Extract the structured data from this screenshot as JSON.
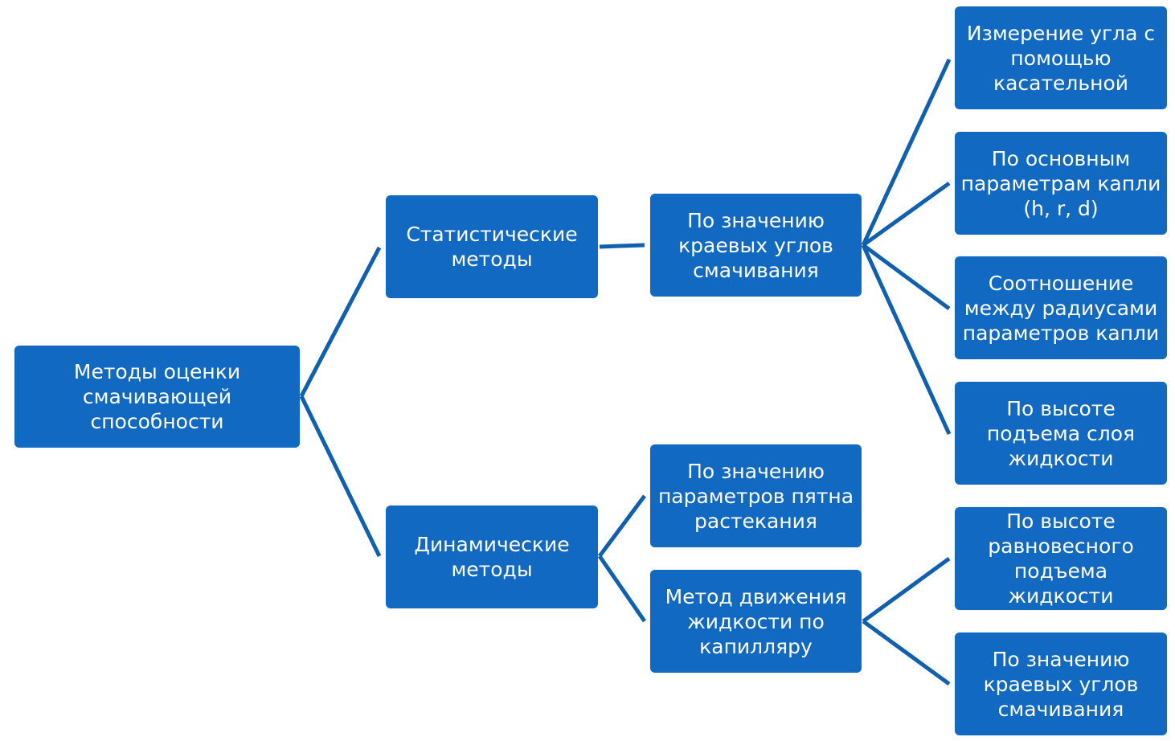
{
  "diagram": {
    "root": "Методы оценки\nсмачивающей\nспособности",
    "static_methods": "Статистические\nметоды",
    "dynamic_methods": "Динамические\nметоды",
    "contact_angle_value": "По значению\nкраевых углов\nсмачивания",
    "spreading_spot": "По значению\nпараметров пятна\nрастекания",
    "capillary_motion": "Метод движения\nжидкости по\nкапилляру",
    "tangent_angle": "Измерение угла с\nпомощью\nкасательной",
    "drop_params": "По основным\nпараметрам капли\n(h, r, d)",
    "radius_ratio": "Соотношение\nмежду радиусами\nпараметров капли",
    "layer_rise": "По высоте\nподъема слоя\nжидкости",
    "equilibrium_rise": "По высоте\nравновесного\nподъема жидкости",
    "capillary_contact_angle": "По значению\nкраевых углов\nсмачивания"
  },
  "colors": {
    "box_fill": "#1169c1",
    "connector": "#1060b0",
    "text": "#ffffff"
  }
}
